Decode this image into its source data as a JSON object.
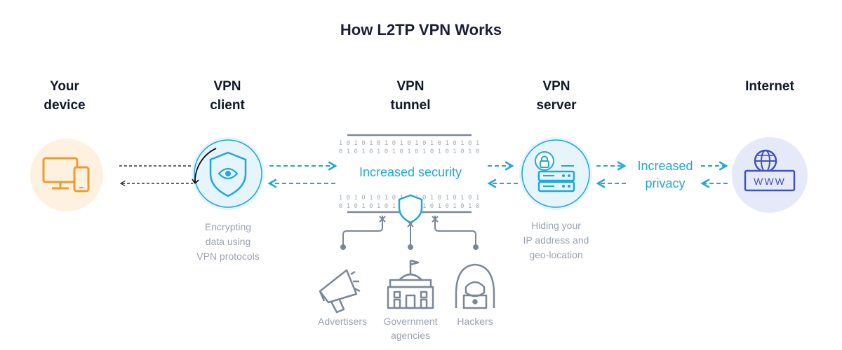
{
  "title": "How L2TP VPN Works",
  "stages": {
    "device": {
      "line1": "Your",
      "line2": "device"
    },
    "client": {
      "line1": "VPN",
      "line2": "client"
    },
    "tunnel": {
      "line1": "VPN",
      "line2": "tunnel"
    },
    "server": {
      "line1": "VPN",
      "line2": "server"
    },
    "internet": {
      "line1": "Internet",
      "line2": ""
    }
  },
  "tunnel_text": "Increased security",
  "privacy_text": {
    "line1": "Increased",
    "line2": "privacy"
  },
  "binary": {
    "row1": "1 0 1 0 1 0  1 0 1 0 1 0 1 0 1 0 1 0 1",
    "row2": "0 1 0 1 0 1 0  1 0 1 0 1 0 1 0 1 0 1 0",
    "row3": "1 0 1 0 1 0  1 0 1 0 1 0 1 0 1 0 1 0 1",
    "row4": "0 1 0 1 0 1 0  1 0 1 0 1 0 1 0 1 0 1 0"
  },
  "captions": {
    "client": [
      "Encrypting",
      "data using",
      "VPN protocols"
    ],
    "server": [
      "Hiding your",
      "IP address and",
      "geo-location"
    ]
  },
  "actors": {
    "advertisers": [
      "Advertisers"
    ],
    "government": [
      "Government",
      "agencies"
    ],
    "hackers": [
      "Hackers"
    ]
  },
  "icons": {
    "device": "desktop-and-phone-icon",
    "client": "shield-eye-icon",
    "server": "server-lock-icon",
    "internet": "globe-www-icon",
    "tunnel_shield": "shield-icon",
    "advertisers": "megaphone-icon",
    "government": "government-building-icon",
    "hackers": "hooded-hacker-icon"
  },
  "colors": {
    "accent": "#1fa7df",
    "orange": "#f29a2e",
    "orange_bg": "#fff1e0",
    "blue_bg": "#e6f4fb",
    "indigo": "#3d52c4",
    "indigo_bg": "#e6eaf8",
    "gray": "#7b8797"
  }
}
